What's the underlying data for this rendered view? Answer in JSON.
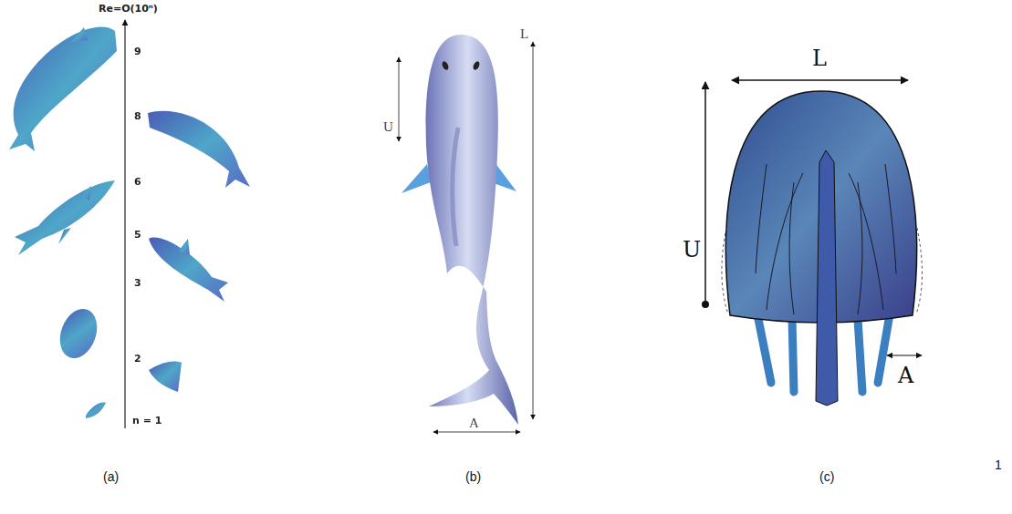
{
  "diagram": {
    "labels": [
      "Re=O(10ⁿ)",
      "9",
      "8",
      "6",
      "5",
      "3",
      "2",
      "n = 1",
      "U",
      "L",
      "A",
      "L",
      "U",
      "A",
      "(a)",
      "(b)",
      "(c)",
      "1"
    ]
  }
}
